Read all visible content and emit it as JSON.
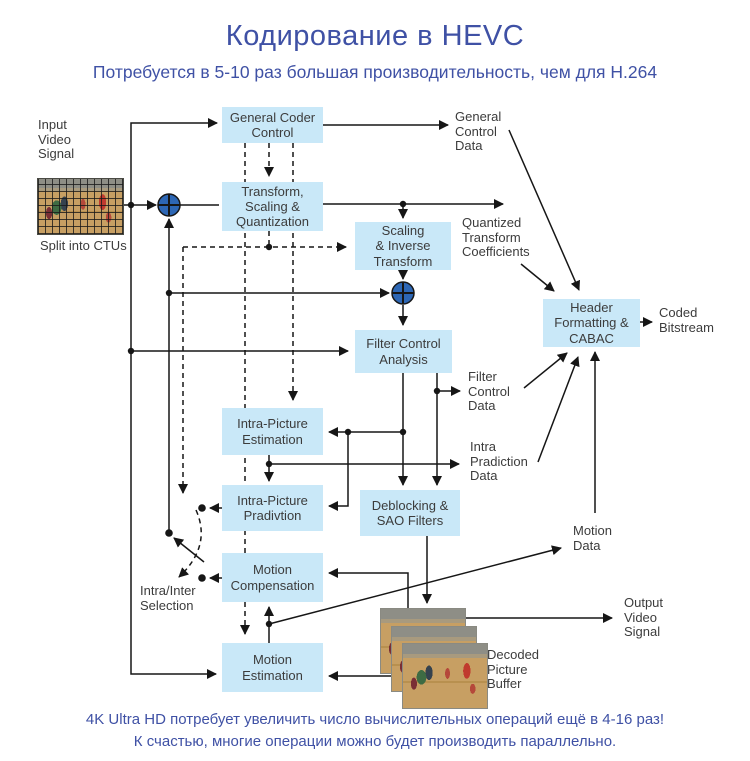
{
  "title": "Кодирование в HEVC",
  "subtitle": "Потребуется в 5-10 раз большая производительность, чем для H.264",
  "footer": {
    "line1": "4K Ultra HD потребует увеличить число вычислительных операций ещё в 4-16 раз!",
    "line2": "К счастью, многие операции можно будет производить параллельно."
  },
  "blocks": {
    "general_coder_control": "General Coder\nControl",
    "transform_scaling_quantization": "Transform,\nScaling &\nQuantization",
    "scaling_inverse_transform": "Scaling\n& Inverse\nTransform",
    "filter_control_analysis": "Filter Control\nAnalysis",
    "intra_picture_estimation": "Intra-Picture\nEstimation",
    "intra_picture_pradivtion": "Intra-Picture\nPradivtion",
    "deblocking_sao_filters": "Deblocking &\nSAO Filters",
    "motion_compensation": "Motion\nCompensation",
    "motion_estimation": "Motion\nEstimation",
    "header_formatting_cabac": "Header\nFormatting &\nCABAC"
  },
  "annotations": {
    "input_video_signal": "Input\nVideo\nSignal",
    "split_into_ctus": "Split into CTUs",
    "general_control_data": "General\nControl\nData",
    "quantized_transform_coefficients": "Quantized\nTransform\nCoefficients",
    "filter_control_data": "Filter\nControl\nData",
    "intra_pradiction_data": "Intra\nPradiction\nData",
    "motion_data": "Motion\nData",
    "coded_bitstream": "Coded\nBitstream",
    "output_video_signal": "Output\nVideo\nSignal",
    "decoded_picture_buffer": "Decoded\nPicture\nBuffer",
    "intra_inter_selection": "Intra/Inter\nSelection"
  },
  "colors": {
    "accent_blue": "#3f51a5",
    "box_fill": "#c9e8f8",
    "ink": "#3c3c3c",
    "line": "#161616",
    "adder_fill": "#2d67b5"
  }
}
